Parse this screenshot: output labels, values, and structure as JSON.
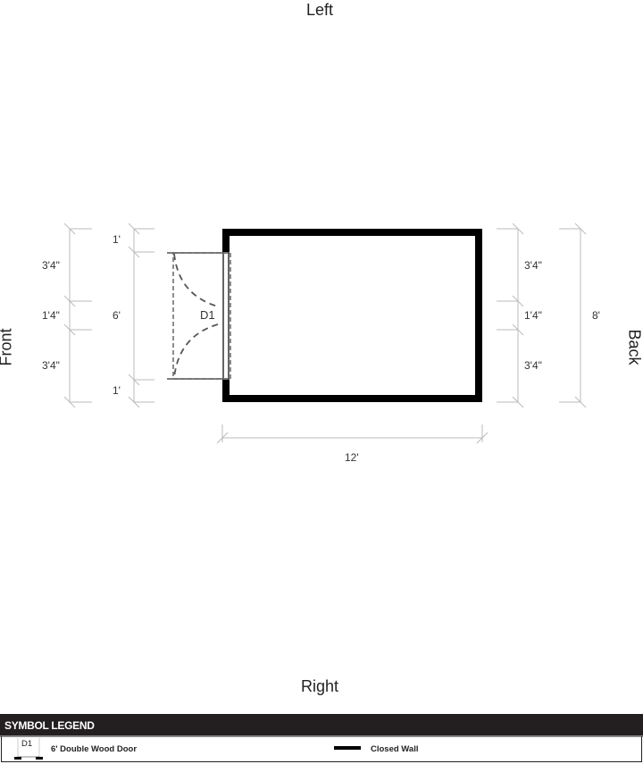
{
  "sides": {
    "top": "Left",
    "bottom": "Right",
    "left": "Front",
    "right": "Back"
  },
  "dimensions": {
    "front_outer": [
      "3'4\"",
      "1'4\"",
      "3'4\""
    ],
    "front_inner": [
      "1'",
      "6'",
      "1'"
    ],
    "back_segments": [
      "3'4\"",
      "1'4\"",
      "3'4\""
    ],
    "back_total": "8'",
    "width": "12'"
  },
  "door_label": "D1",
  "legend": {
    "title": "SYMBOL LEGEND",
    "items": [
      {
        "symbol": "D1",
        "label": "6' Double Wood Door"
      },
      {
        "label": "Closed Wall"
      }
    ]
  }
}
